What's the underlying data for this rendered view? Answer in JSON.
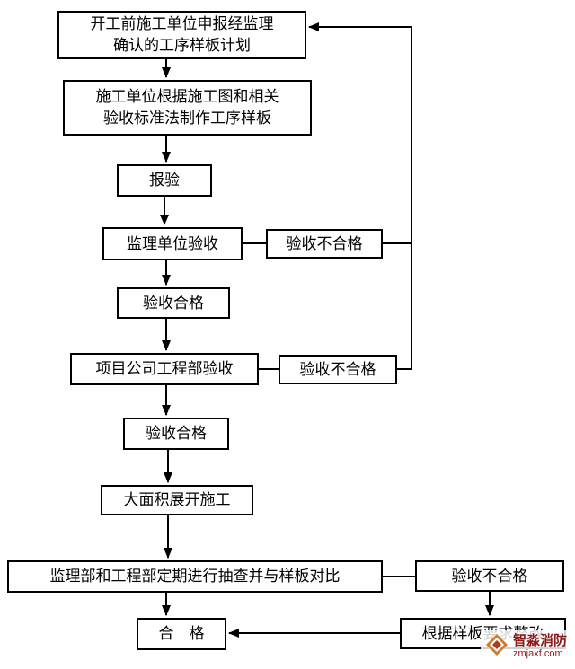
{
  "flowchart": {
    "nodes": {
      "plan": {
        "label": "开工前施工单位申报经监理\n确认的工序样板计划"
      },
      "make_sample": {
        "label": "施工单位根据施工图和相关\n验收标准法制作工序样板"
      },
      "submit": {
        "label": "报验"
      },
      "supervisor": {
        "label": "监理单位验收"
      },
      "fail1": {
        "label": "验收不合格"
      },
      "pass1": {
        "label": "验收合格"
      },
      "project": {
        "label": "项目公司工程部验收"
      },
      "fail2": {
        "label": "验收不合格"
      },
      "pass2": {
        "label": "验收合格"
      },
      "construction": {
        "label": "大面积展开施工"
      },
      "spot_check": {
        "label": "监理部和工程部定期进行抽查并与样板对比"
      },
      "fail3": {
        "label": "验收不合格"
      },
      "rectify": {
        "label": "根据样板要求整改"
      },
      "final_pass": {
        "label": "合　格"
      }
    }
  },
  "watermark": {
    "brand": "智淼消防",
    "site": "zmjaxf.com",
    "brand_color": "#8b1a1a",
    "logo_colors": [
      "#d07c2e",
      "#b03a1a"
    ]
  }
}
